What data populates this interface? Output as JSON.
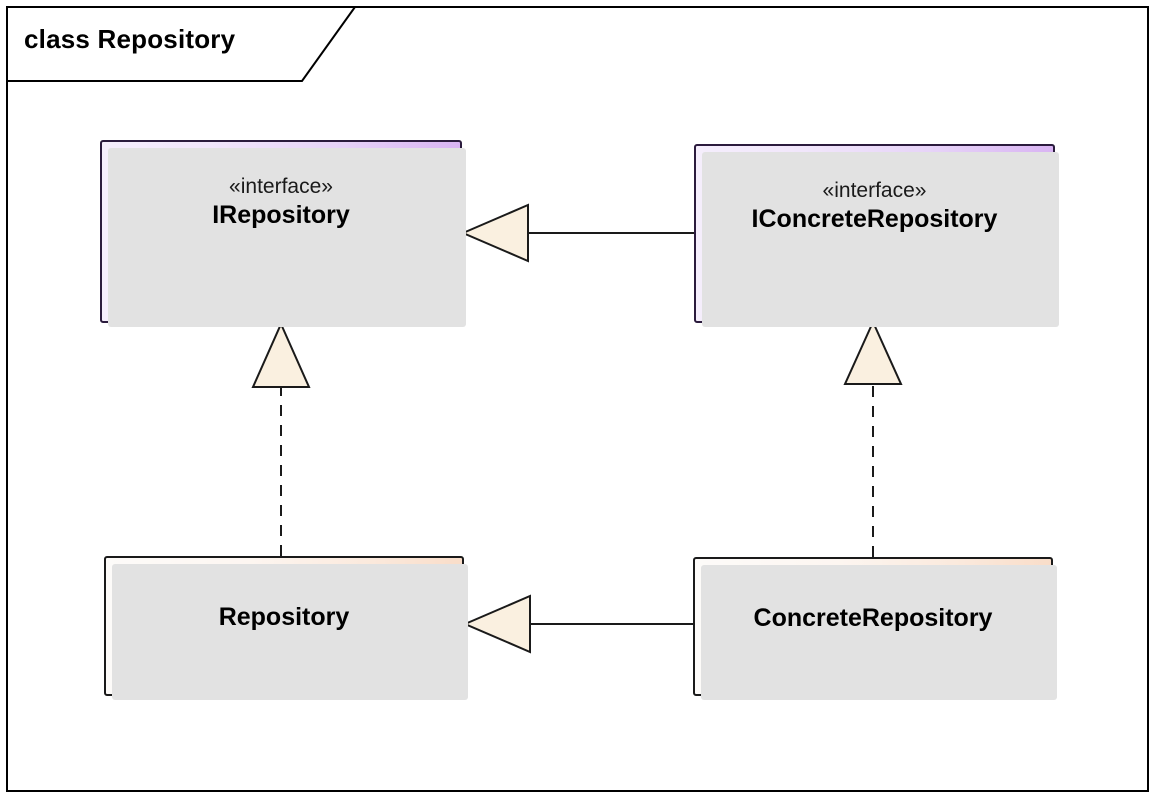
{
  "frame": {
    "label": "class Repository",
    "border_color": "#000000"
  },
  "colors": {
    "interface_fill_left": "#f5eefc",
    "interface_fill_right": "#d9b4f3",
    "interface_border": "#2b1b3d",
    "class_fill_left": "#fdfbf9",
    "class_fill_right": "#f9ddc9",
    "class_border": "#1a1a1a",
    "arrowhead_fill": "#faf0e0",
    "arrowhead_stroke": "#1a1a1a",
    "shadow": "#e2e2e2",
    "connector_line": "#1a1a1a"
  },
  "nodes": [
    {
      "id": "irepository",
      "kind": "interface",
      "stereotype": "«interface»",
      "name": "IRepository"
    },
    {
      "id": "iconcreterepository",
      "kind": "interface",
      "stereotype": "«interface»",
      "name": "IConcreteRepository"
    },
    {
      "id": "repository",
      "kind": "class",
      "stereotype": "",
      "name": "Repository"
    },
    {
      "id": "concreterepository",
      "kind": "class",
      "stereotype": "",
      "name": "ConcreteRepository"
    }
  ],
  "connectors": [
    {
      "id": "generalization-iconcrete-to-irepository",
      "type": "generalization",
      "line_style": "solid",
      "source": "IConcreteRepository",
      "target": "IRepository",
      "arrow": "hollow-triangle"
    },
    {
      "id": "realization-repository-to-irepository",
      "type": "realization",
      "line_style": "dashed",
      "source": "Repository",
      "target": "IRepository",
      "arrow": "hollow-triangle"
    },
    {
      "id": "realization-concreterepository-to-iconcrete",
      "type": "realization",
      "line_style": "dashed",
      "source": "ConcreteRepository",
      "target": "IConcreteRepository",
      "arrow": "hollow-triangle"
    },
    {
      "id": "generalization-concreterepository-to-repository",
      "type": "generalization",
      "line_style": "solid",
      "source": "ConcreteRepository",
      "target": "Repository",
      "arrow": "hollow-triangle"
    }
  ]
}
